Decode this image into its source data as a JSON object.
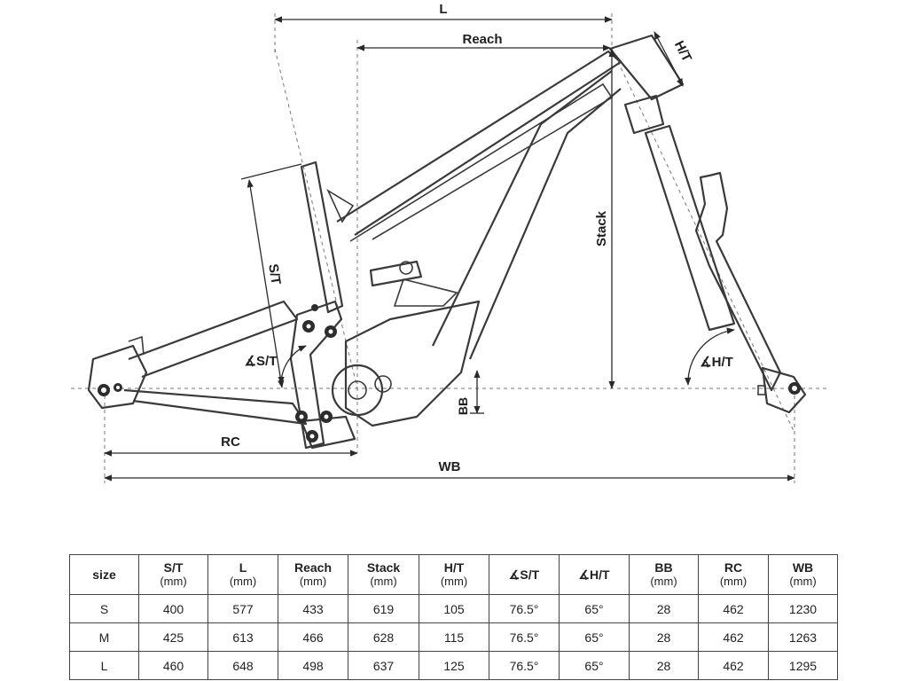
{
  "diagram": {
    "labels": {
      "length": "L",
      "reach": "Reach",
      "head_tube": "H/T",
      "stack": "Stack",
      "seat_tube": "S/T",
      "seat_angle": "∡S/T",
      "head_angle": "∡H/T",
      "bb_drop": "BB",
      "rear_center": "RC",
      "wheelbase": "WB"
    }
  },
  "table": {
    "headers": [
      {
        "name": "size",
        "unit": ""
      },
      {
        "name": "S/T",
        "unit": "(mm)"
      },
      {
        "name": "L",
        "unit": "(mm)"
      },
      {
        "name": "Reach",
        "unit": "(mm)"
      },
      {
        "name": "Stack",
        "unit": "(mm)"
      },
      {
        "name": "H/T",
        "unit": "(mm)"
      },
      {
        "name": "∡S/T",
        "unit": ""
      },
      {
        "name": "∡H/T",
        "unit": ""
      },
      {
        "name": "BB",
        "unit": "(mm)"
      },
      {
        "name": "RC",
        "unit": "(mm)"
      },
      {
        "name": "WB",
        "unit": "(mm)"
      }
    ],
    "rows": [
      [
        "S",
        "400",
        "577",
        "433",
        "619",
        "105",
        "76.5°",
        "65°",
        "28",
        "462",
        "1230"
      ],
      [
        "M",
        "425",
        "613",
        "466",
        "628",
        "115",
        "76.5°",
        "65°",
        "28",
        "462",
        "1263"
      ],
      [
        "L",
        "460",
        "648",
        "498",
        "637",
        "125",
        "76.5°",
        "65°",
        "28",
        "462",
        "1295"
      ]
    ]
  }
}
